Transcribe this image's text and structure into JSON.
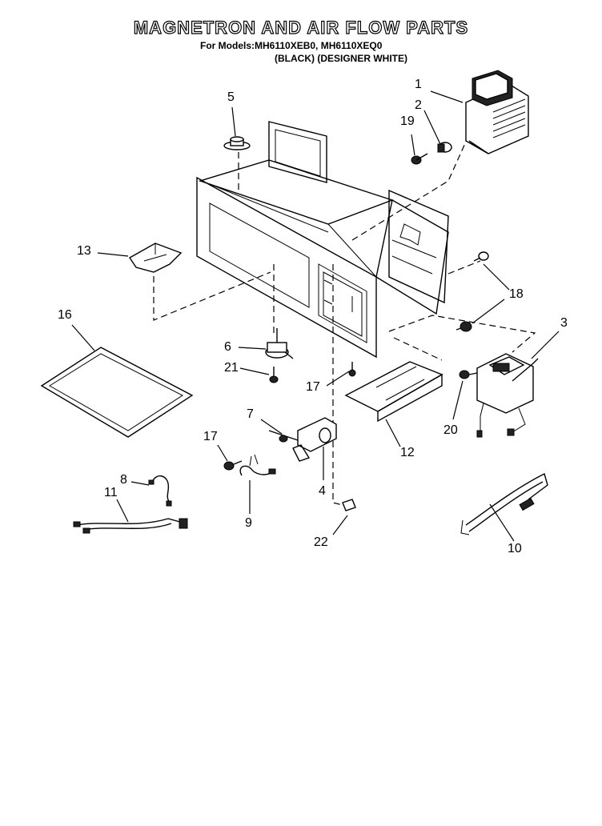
{
  "title": "MAGNETRON AND AIR FLOW PARTS",
  "models_line": "For Models:MH6110XEB0, MH6110XEQ0",
  "variants_line": "(BLACK)  (DESIGNER WHITE)",
  "callouts": {
    "c1": "1",
    "c2": "2",
    "c3": "3",
    "c4": "4",
    "c5": "5",
    "c6": "6",
    "c7": "7",
    "c8": "8",
    "c9": "9",
    "c10": "10",
    "c11": "11",
    "c12": "12",
    "c13": "13",
    "c16": "16",
    "c17a": "17",
    "c17b": "17",
    "c18": "18",
    "c19": "19",
    "c20": "20",
    "c21": "21",
    "c22": "22"
  }
}
